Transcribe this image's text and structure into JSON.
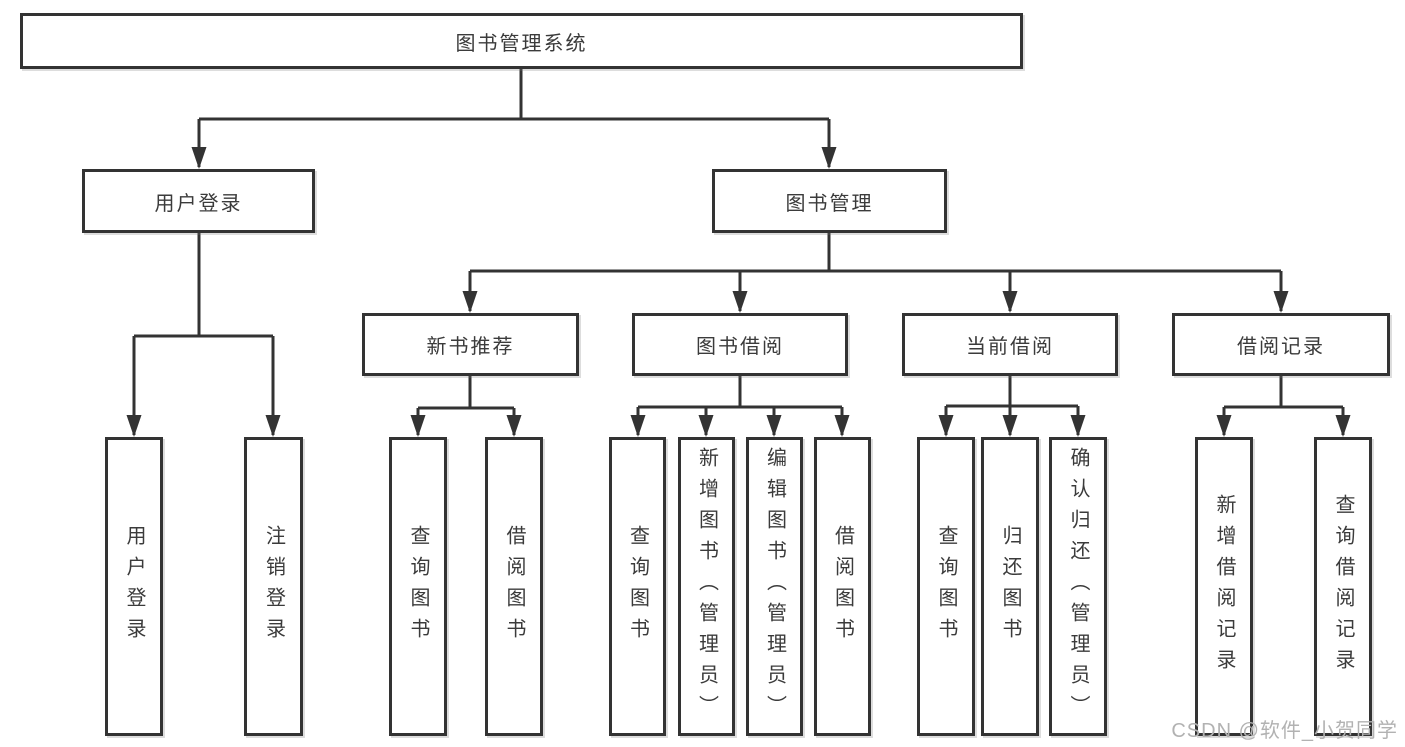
{
  "tree": {
    "root": {
      "label": "图书管理系统"
    },
    "user_login": {
      "label": "用户登录",
      "children": [
        {
          "label": "用户登录"
        },
        {
          "label": "注销登录"
        }
      ]
    },
    "book_management": {
      "label": "图书管理",
      "groups": [
        {
          "label": "新书推荐",
          "children": [
            {
              "label": "查询图书"
            },
            {
              "label": "借阅图书"
            }
          ]
        },
        {
          "label": "图书借阅",
          "children": [
            {
              "label": "查询图书"
            },
            {
              "label": "新增图书（管理员）"
            },
            {
              "label": "编辑图书（管理员）"
            },
            {
              "label": "借阅图书"
            }
          ]
        },
        {
          "label": "当前借阅",
          "children": [
            {
              "label": "查询图书"
            },
            {
              "label": "归还图书"
            },
            {
              "label": "确认归还（管理员）"
            }
          ]
        },
        {
          "label": "借阅记录",
          "children": [
            {
              "label": "新增借阅记录"
            },
            {
              "label": "查询借阅记录"
            }
          ]
        }
      ]
    }
  },
  "watermark": {
    "text": "CSDN @软件_小贺同学"
  },
  "colors": {
    "line": "#333333",
    "text": "#3b3b3b",
    "watermark": "#b2b2b2",
    "background": "#ffffff"
  }
}
